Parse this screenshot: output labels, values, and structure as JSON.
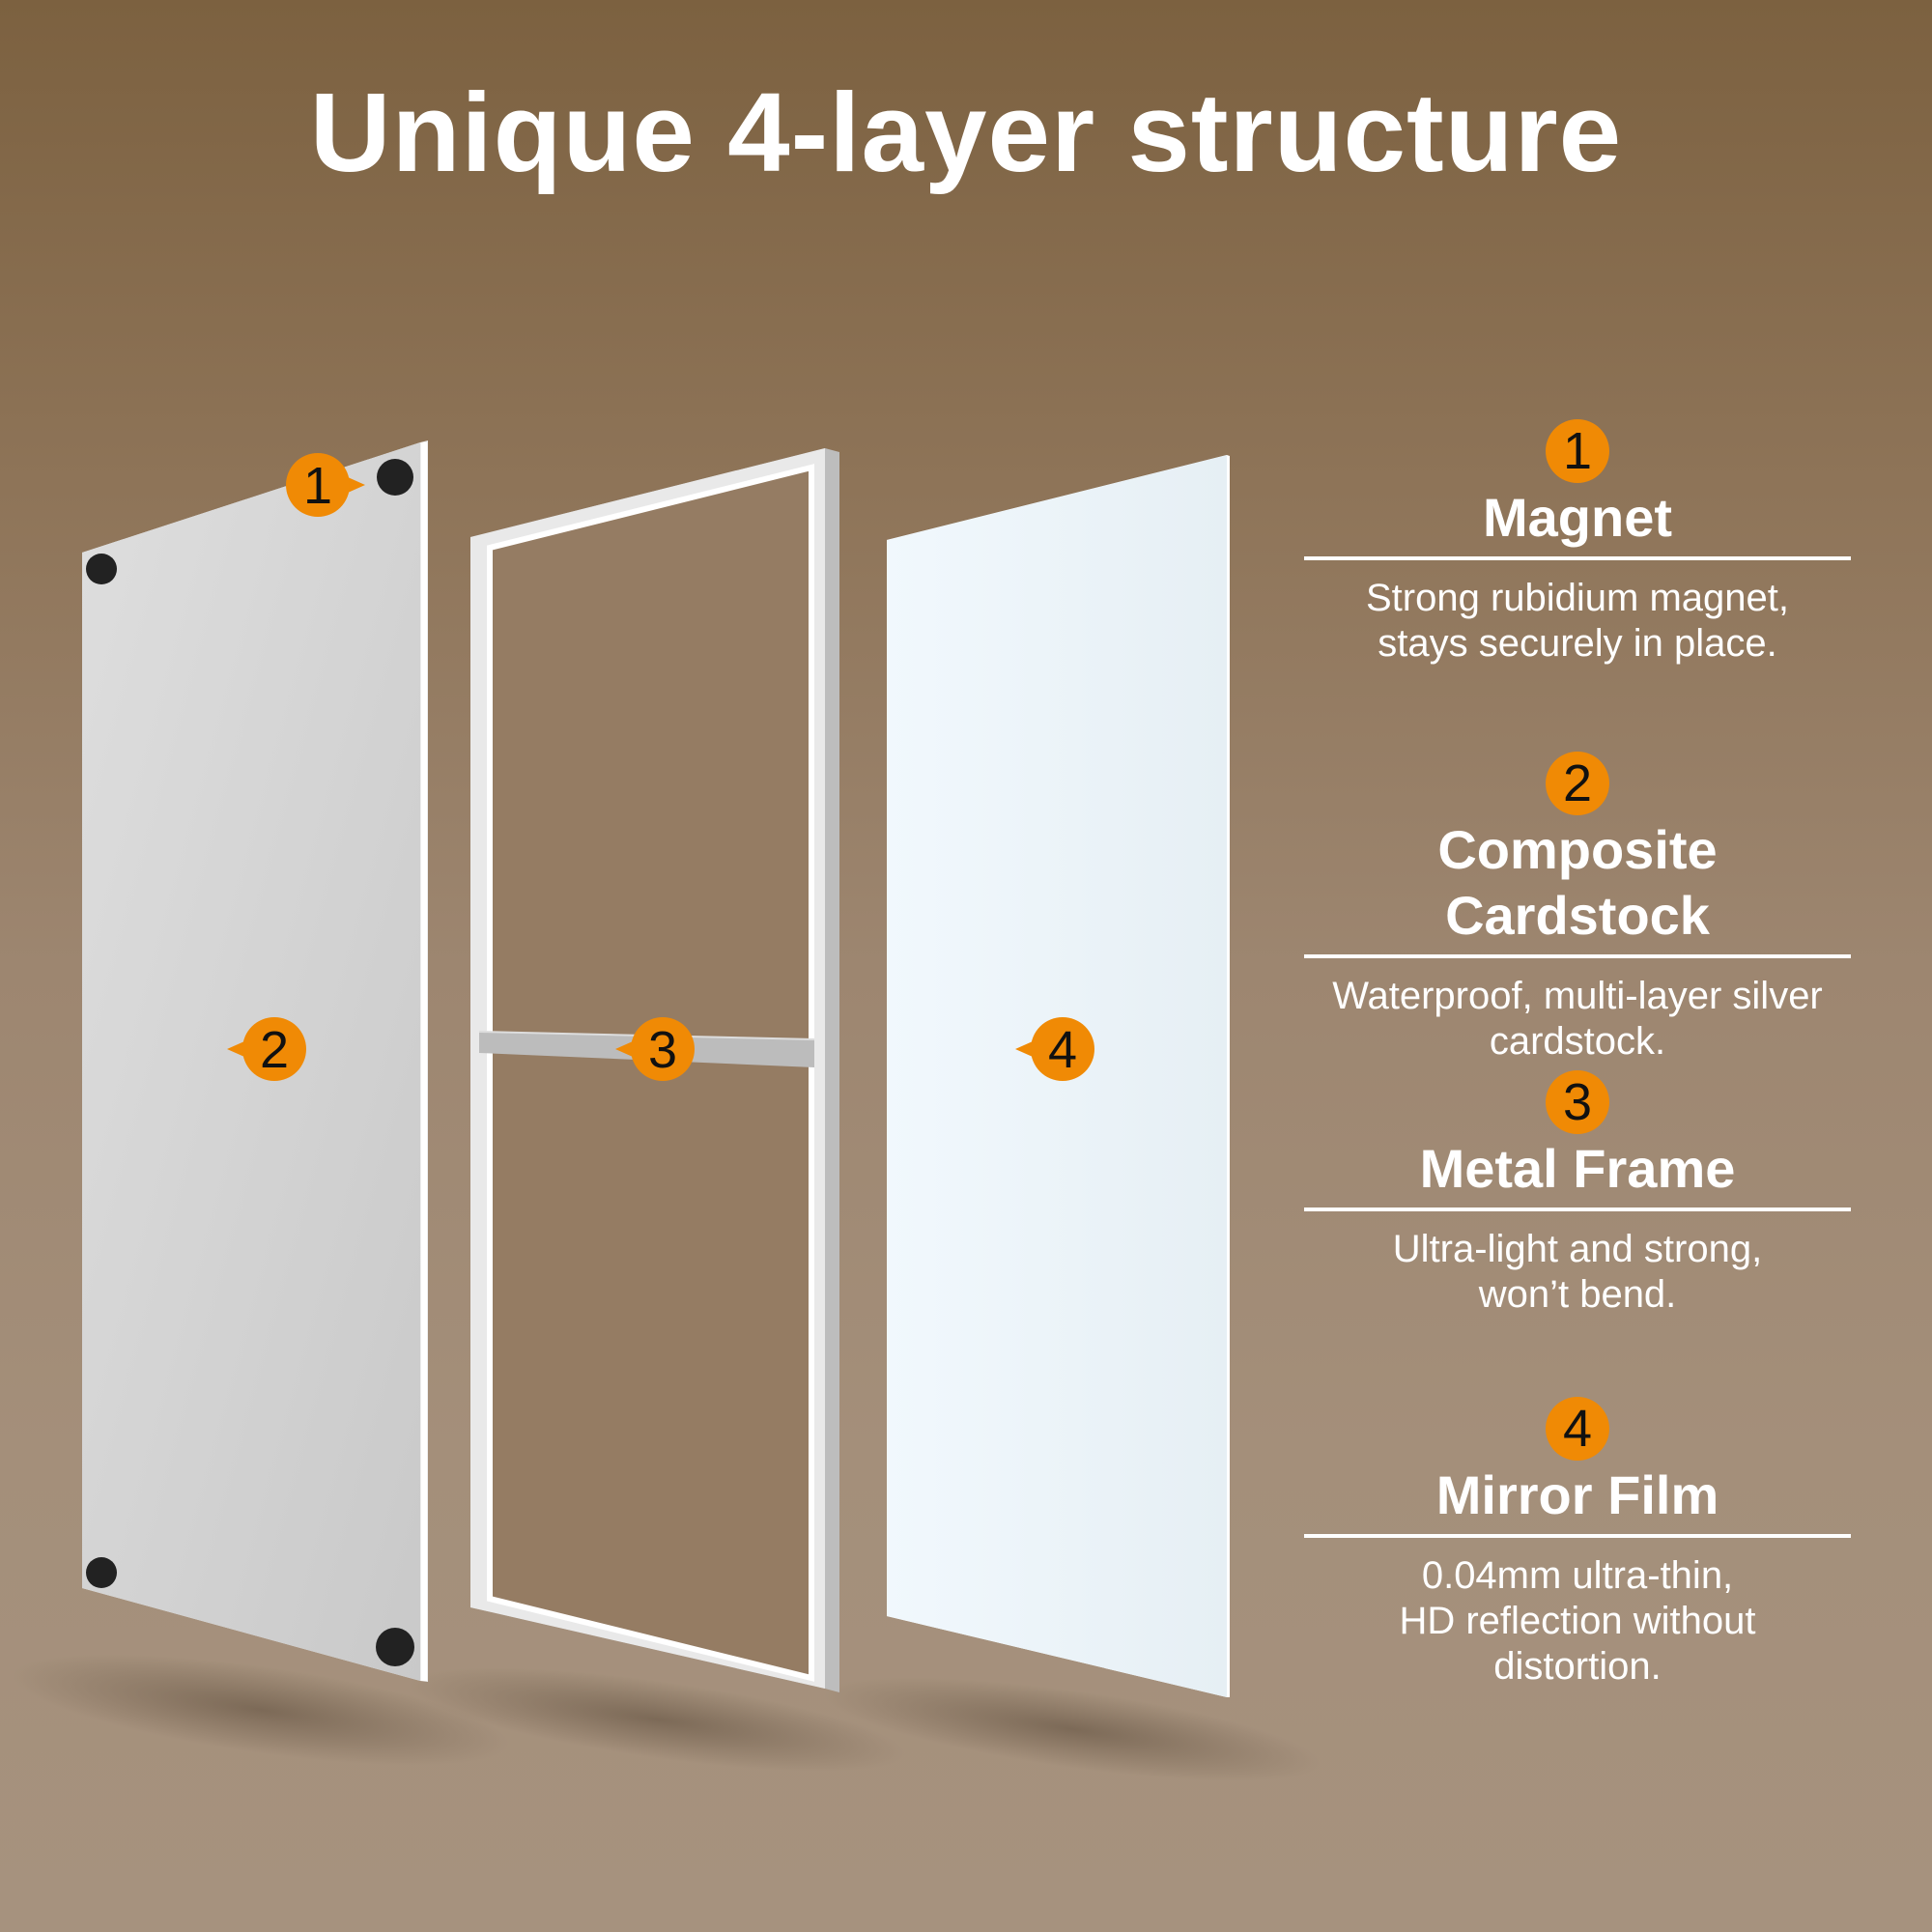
{
  "title": "Unique 4-layer structure",
  "colors": {
    "badge": "#f08a05",
    "badge_text": "#111111",
    "background_top": "#7c6140",
    "background_bottom": "#a6927e",
    "text": "#ffffff"
  },
  "callouts": [
    "1",
    "2",
    "3",
    "4"
  ],
  "features": [
    {
      "number": "1",
      "title": "Magnet",
      "description": "Strong rubidium magnet,\nstays securely in place."
    },
    {
      "number": "2",
      "title": "Composite Cardstock",
      "description": "Waterproof, multi-layer silver\ncardstock."
    },
    {
      "number": "3",
      "title": "Metal Frame",
      "description": "Ultra-light and strong,\nwon’t bend."
    },
    {
      "number": "4",
      "title": "Mirror Film",
      "description": "0.04mm ultra-thin,\nHD reflection without\ndistortion."
    }
  ]
}
